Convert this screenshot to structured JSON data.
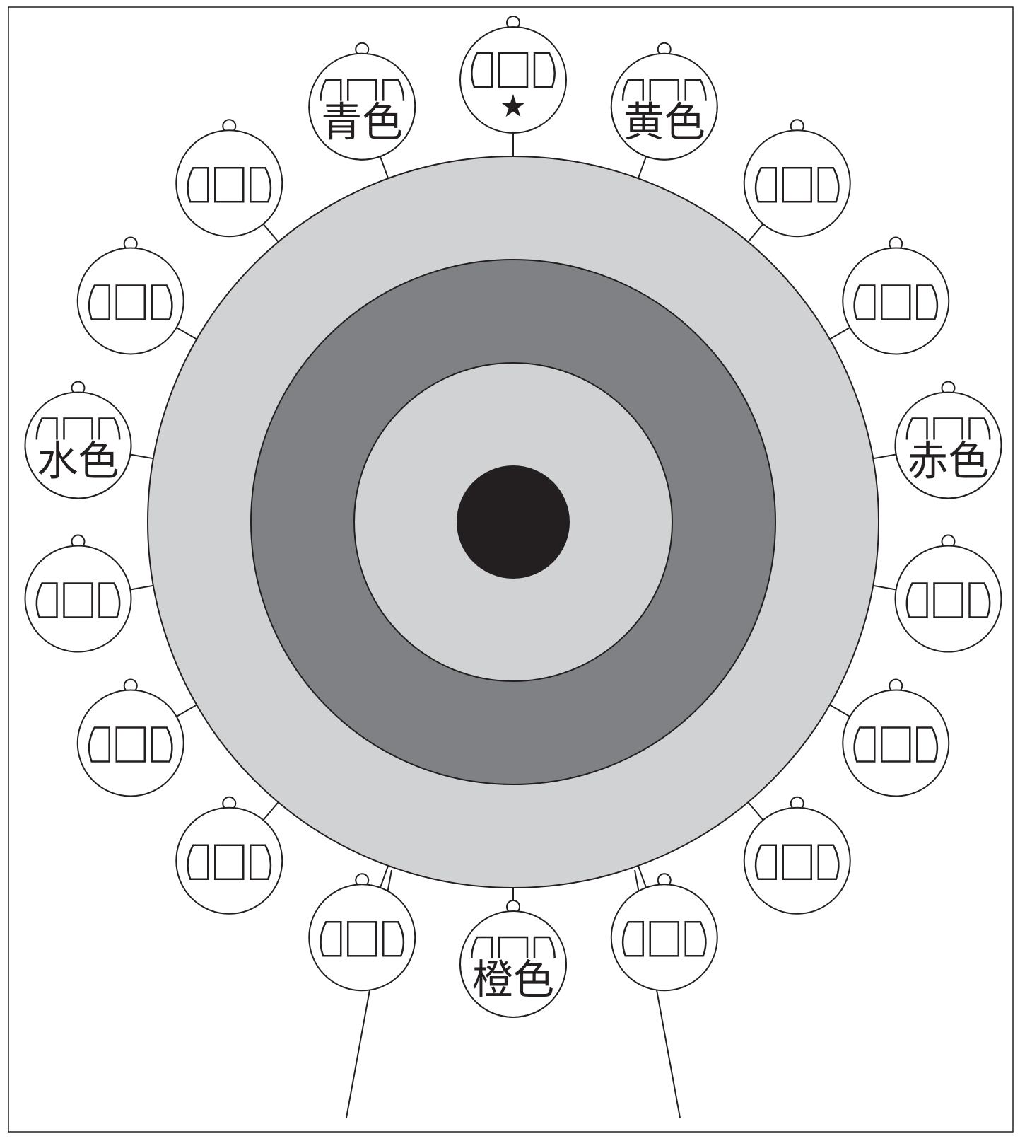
{
  "diagram": {
    "colors": {
      "outer_ring": "#d1d2d4",
      "middle_ring": "#808184",
      "inner_ring": "#d1d2d4",
      "hub": "#231f20",
      "line": "#231f20",
      "gondola_fill": "#ffffff",
      "background": "#ffffff"
    },
    "gondola_count": 18,
    "marker_symbol": "★",
    "labels": [
      {
        "gondola": 1,
        "text": "黄色"
      },
      {
        "gondola": 4,
        "text": "赤色"
      },
      {
        "gondola": 9,
        "text": "橙色"
      },
      {
        "gondola": 14,
        "text": "水色"
      },
      {
        "gondola": 17,
        "text": "青色"
      }
    ]
  }
}
